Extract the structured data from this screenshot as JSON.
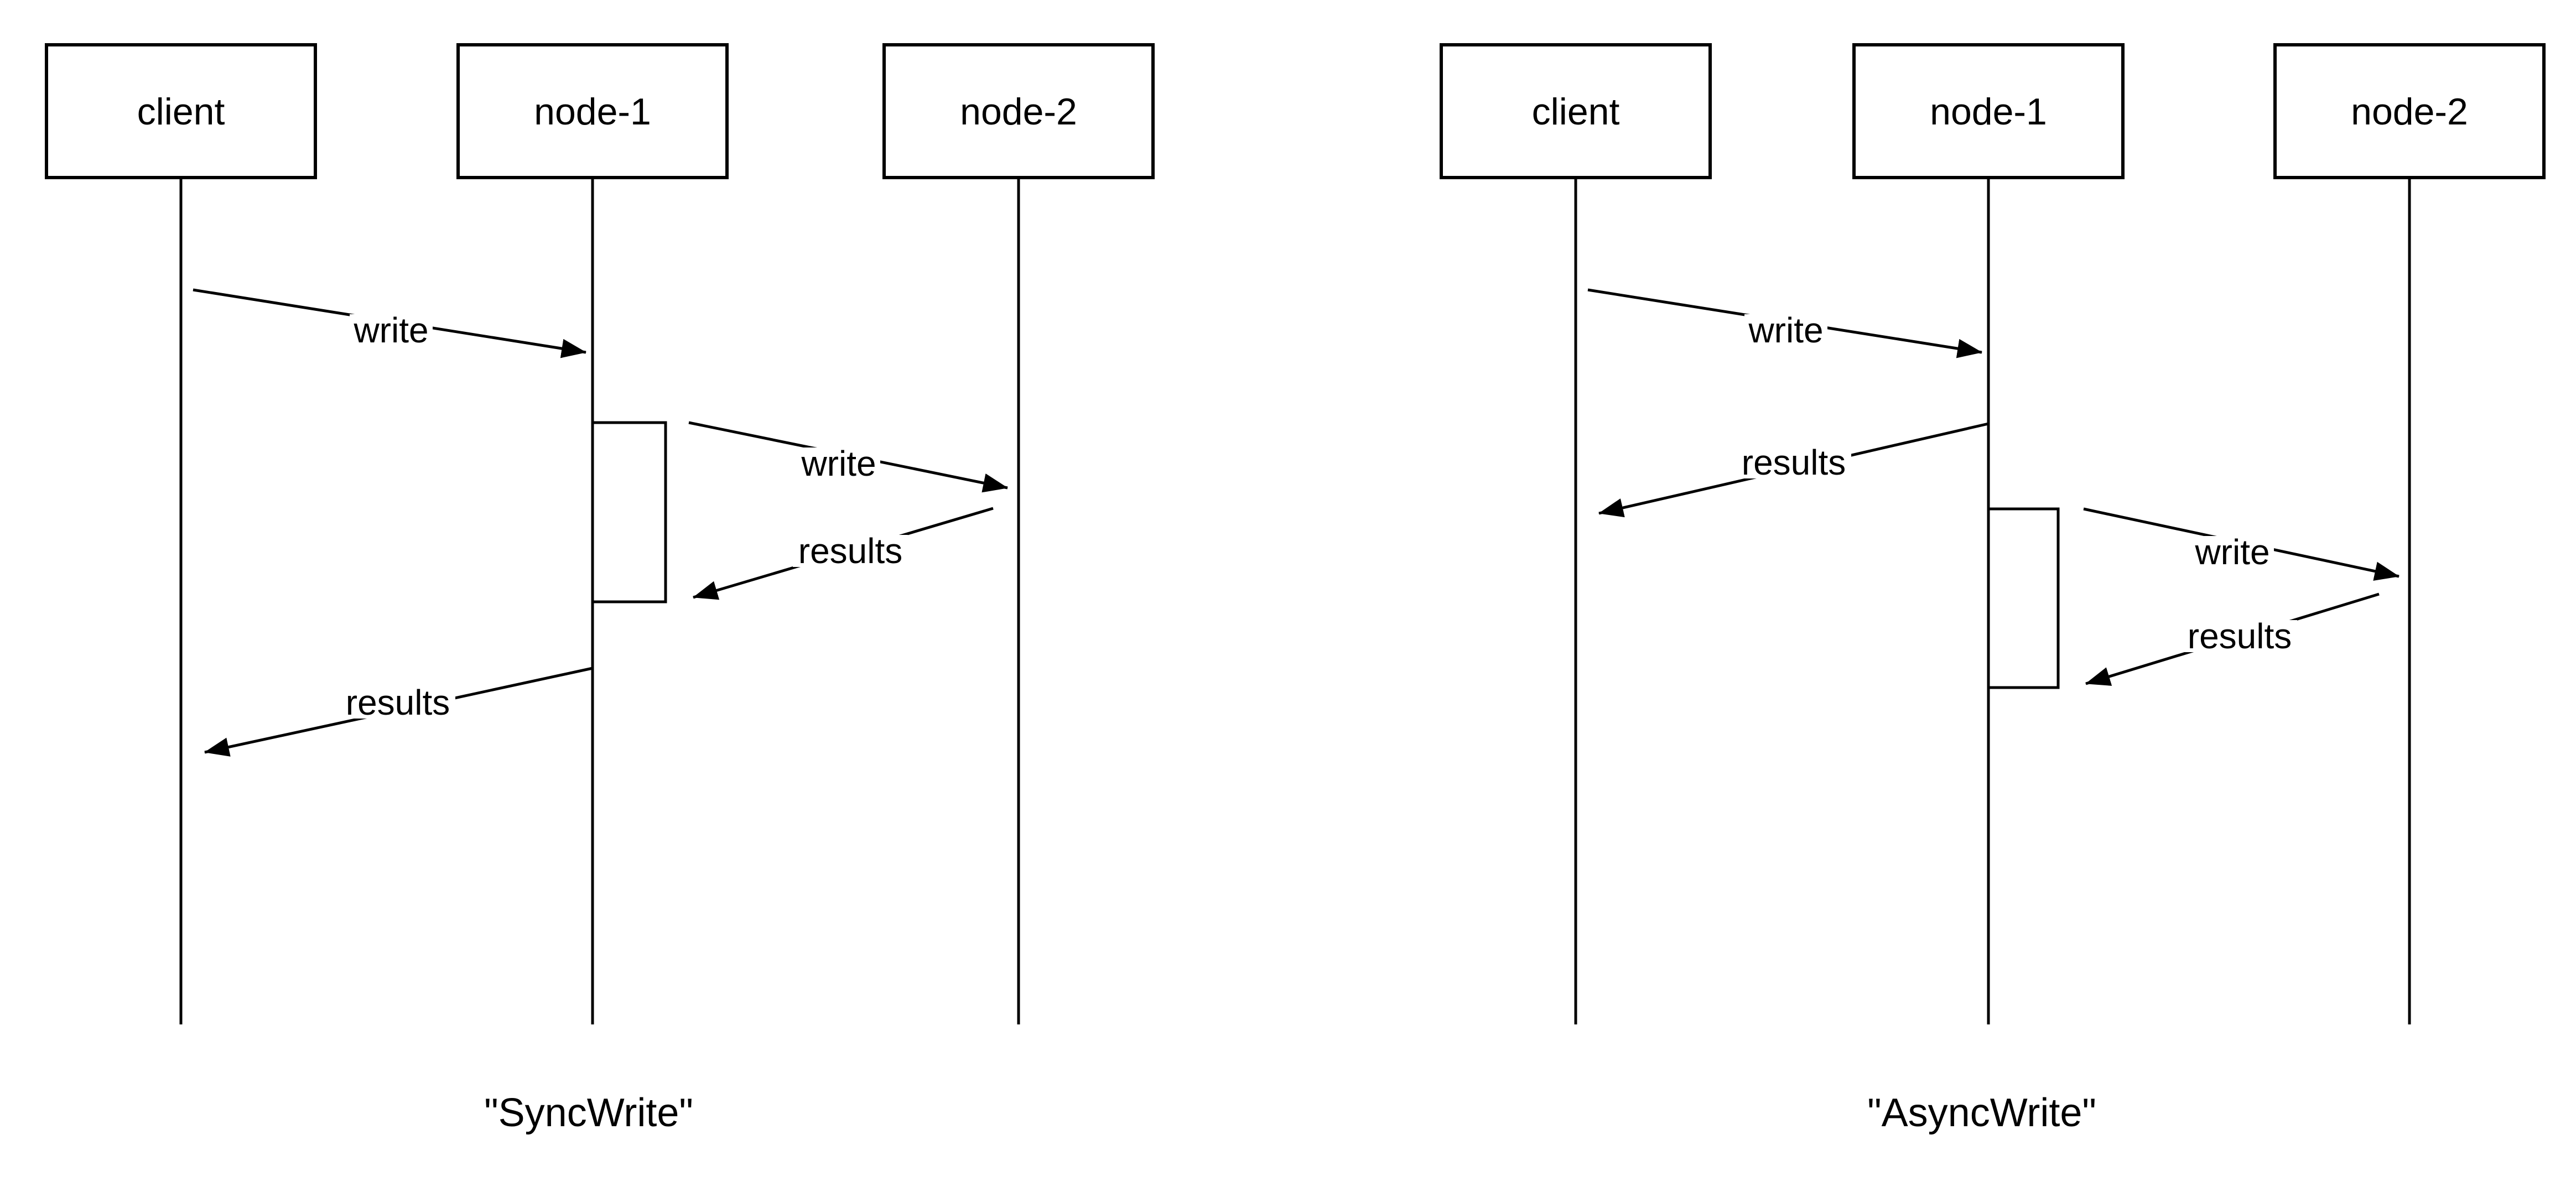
{
  "page": {
    "background_color": "#ffffff",
    "line_color": "#000000"
  },
  "diagrams": [
    {
      "name": "SyncWrite",
      "title": "\"SyncWrite\"",
      "actors": [
        {
          "label": "client"
        },
        {
          "label": "node-1"
        },
        {
          "label": "node-2"
        }
      ],
      "messages": [
        {
          "label": "write",
          "from": "client",
          "to": "node-1"
        },
        {
          "label": "write",
          "from": "node-1",
          "to": "node-2"
        },
        {
          "label": "results",
          "from": "node-2",
          "to": "node-1"
        },
        {
          "label": "results",
          "from": "node-1",
          "to": "client"
        }
      ]
    },
    {
      "name": "AsyncWrite",
      "title": "\"AsyncWrite\"",
      "actors": [
        {
          "label": "client"
        },
        {
          "label": "node-1"
        },
        {
          "label": "node-2"
        }
      ],
      "messages": [
        {
          "label": "write",
          "from": "client",
          "to": "node-1"
        },
        {
          "label": "results",
          "from": "node-1",
          "to": "client"
        },
        {
          "label": "write",
          "from": "node-1",
          "to": "node-2"
        },
        {
          "label": "results",
          "from": "node-2",
          "to": "node-1"
        }
      ]
    }
  ]
}
